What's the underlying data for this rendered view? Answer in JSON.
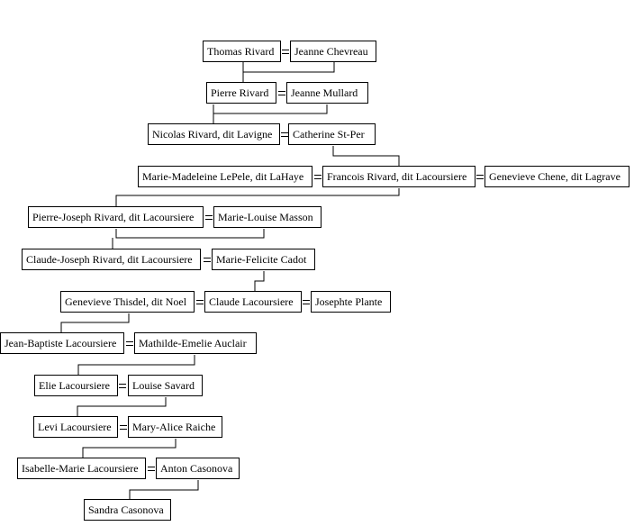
{
  "people": {
    "thomas_rivard": "Thomas Rivard",
    "jeanne_chevreau": "Jeanne Chevreau",
    "pierre_rivard": "Pierre Rivard",
    "jeanne_mullard": "Jeanne Mullard",
    "nicolas_rivard": "Nicolas Rivard, dit Lavigne",
    "catherine_st_per": "Catherine St-Per",
    "marie_madeleine_lepele": "Marie-Madeleine LePele, dit LaHaye",
    "francois_rivard": "Francois Rivard, dit Lacoursiere",
    "genevieve_chene": "Genevieve Chene, dit Lagrave",
    "pierre_joseph_rivard": "Pierre-Joseph Rivard, dit Lacoursiere",
    "marie_louise_masson": "Marie-Louise Masson",
    "claude_joseph_rivard": "Claude-Joseph Rivard, dit Lacoursiere",
    "marie_felicite_cadot": "Marie-Felicite Cadot",
    "genevieve_thisdel": "Genevieve Thisdel, dit Noel",
    "claude_lacoursiere": "Claude Lacoursiere",
    "josephte_plante": "Josephte Plante",
    "jean_baptiste_lacoursiere": "Jean-Baptiste Lacoursiere",
    "mathilde_emelie_auclair": "Mathilde-Emelie Auclair",
    "elie_lacoursiere": "Elie Lacoursiere",
    "louise_savard": "Louise Savard",
    "levi_lacoursiere": "Levi Lacoursiere",
    "mary_alice_raiche": "Mary-Alice Raiche",
    "isabelle_marie_lacoursiere": "Isabelle-Marie Lacoursiere",
    "anton_casonova": "Anton Casonova",
    "sandra_casonova": "Sandra Casonova"
  }
}
